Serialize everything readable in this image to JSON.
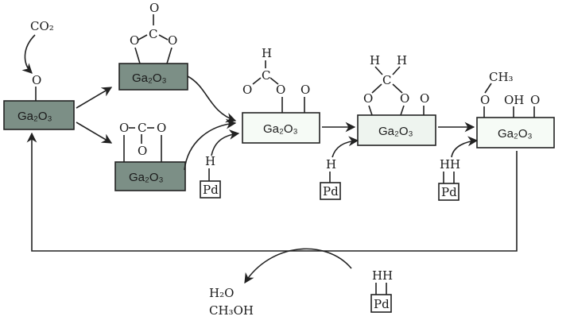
{
  "colors": {
    "ga_dark": "#7c8f86",
    "ga_dark2": "#8aa095",
    "ga_light": "#eef4ef",
    "ga_lighter": "#f6fbf6",
    "stroke": "#222222"
  },
  "species": {
    "co2": "CO₂",
    "o": "O",
    "c": "C",
    "h": "H",
    "oh": "OH",
    "ch3": "CH₃",
    "pd": "Pd",
    "ga2o3": "Ga₂O₃"
  },
  "products": {
    "water": "H₂O",
    "methanol": "CH₃OH"
  }
}
